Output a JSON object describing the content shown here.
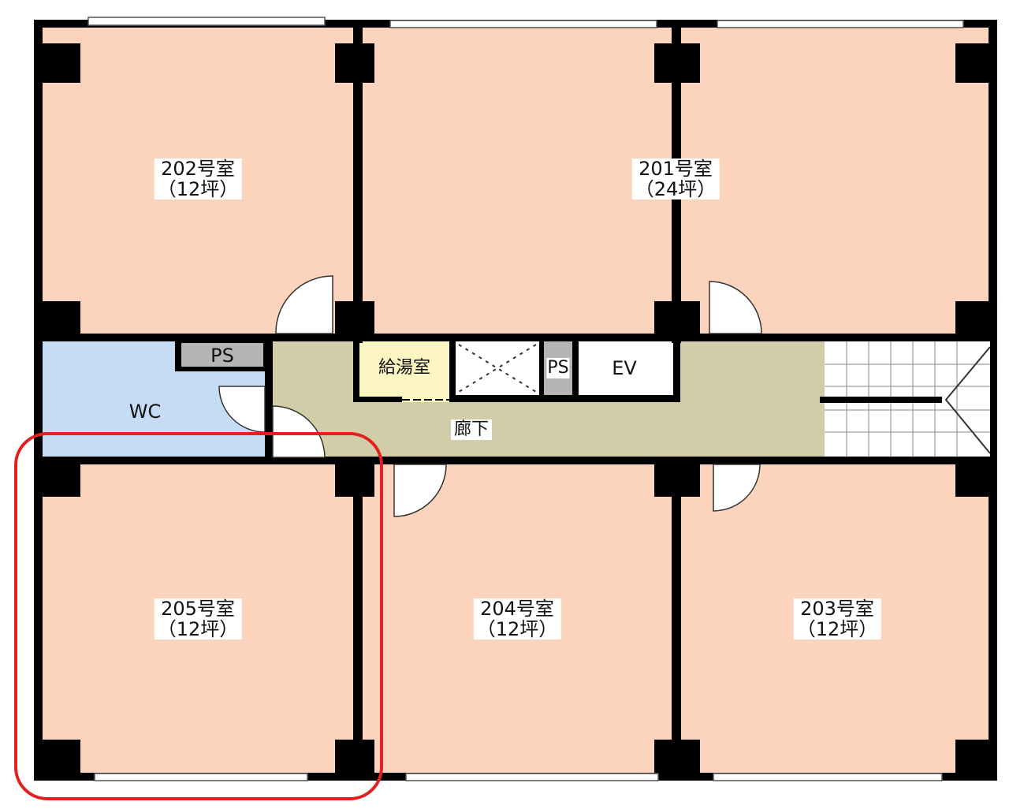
{
  "rooms": {
    "r202": {
      "name": "202号室",
      "size": "（12坪）"
    },
    "r201": {
      "name": "201号室",
      "size": "（24坪）"
    },
    "r205": {
      "name": "205号室",
      "size": "（12坪）"
    },
    "r204": {
      "name": "204号室",
      "size": "（12坪）"
    },
    "r203": {
      "name": "203号室",
      "size": "（12坪）"
    }
  },
  "facilities": {
    "ps1": "PS",
    "wc": "WC",
    "kitchen": "給湯室",
    "ps2": "PS",
    "ev": "EV",
    "corridor": "廊下"
  },
  "highlight": {
    "room": "205号室",
    "color": "#e32020"
  },
  "colors": {
    "room": "#fcd3bd",
    "corridor": "#d2cda9",
    "wc": "#c5dcf4",
    "kitchen": "#fbf5c2",
    "ps": "#b5b5b5"
  }
}
